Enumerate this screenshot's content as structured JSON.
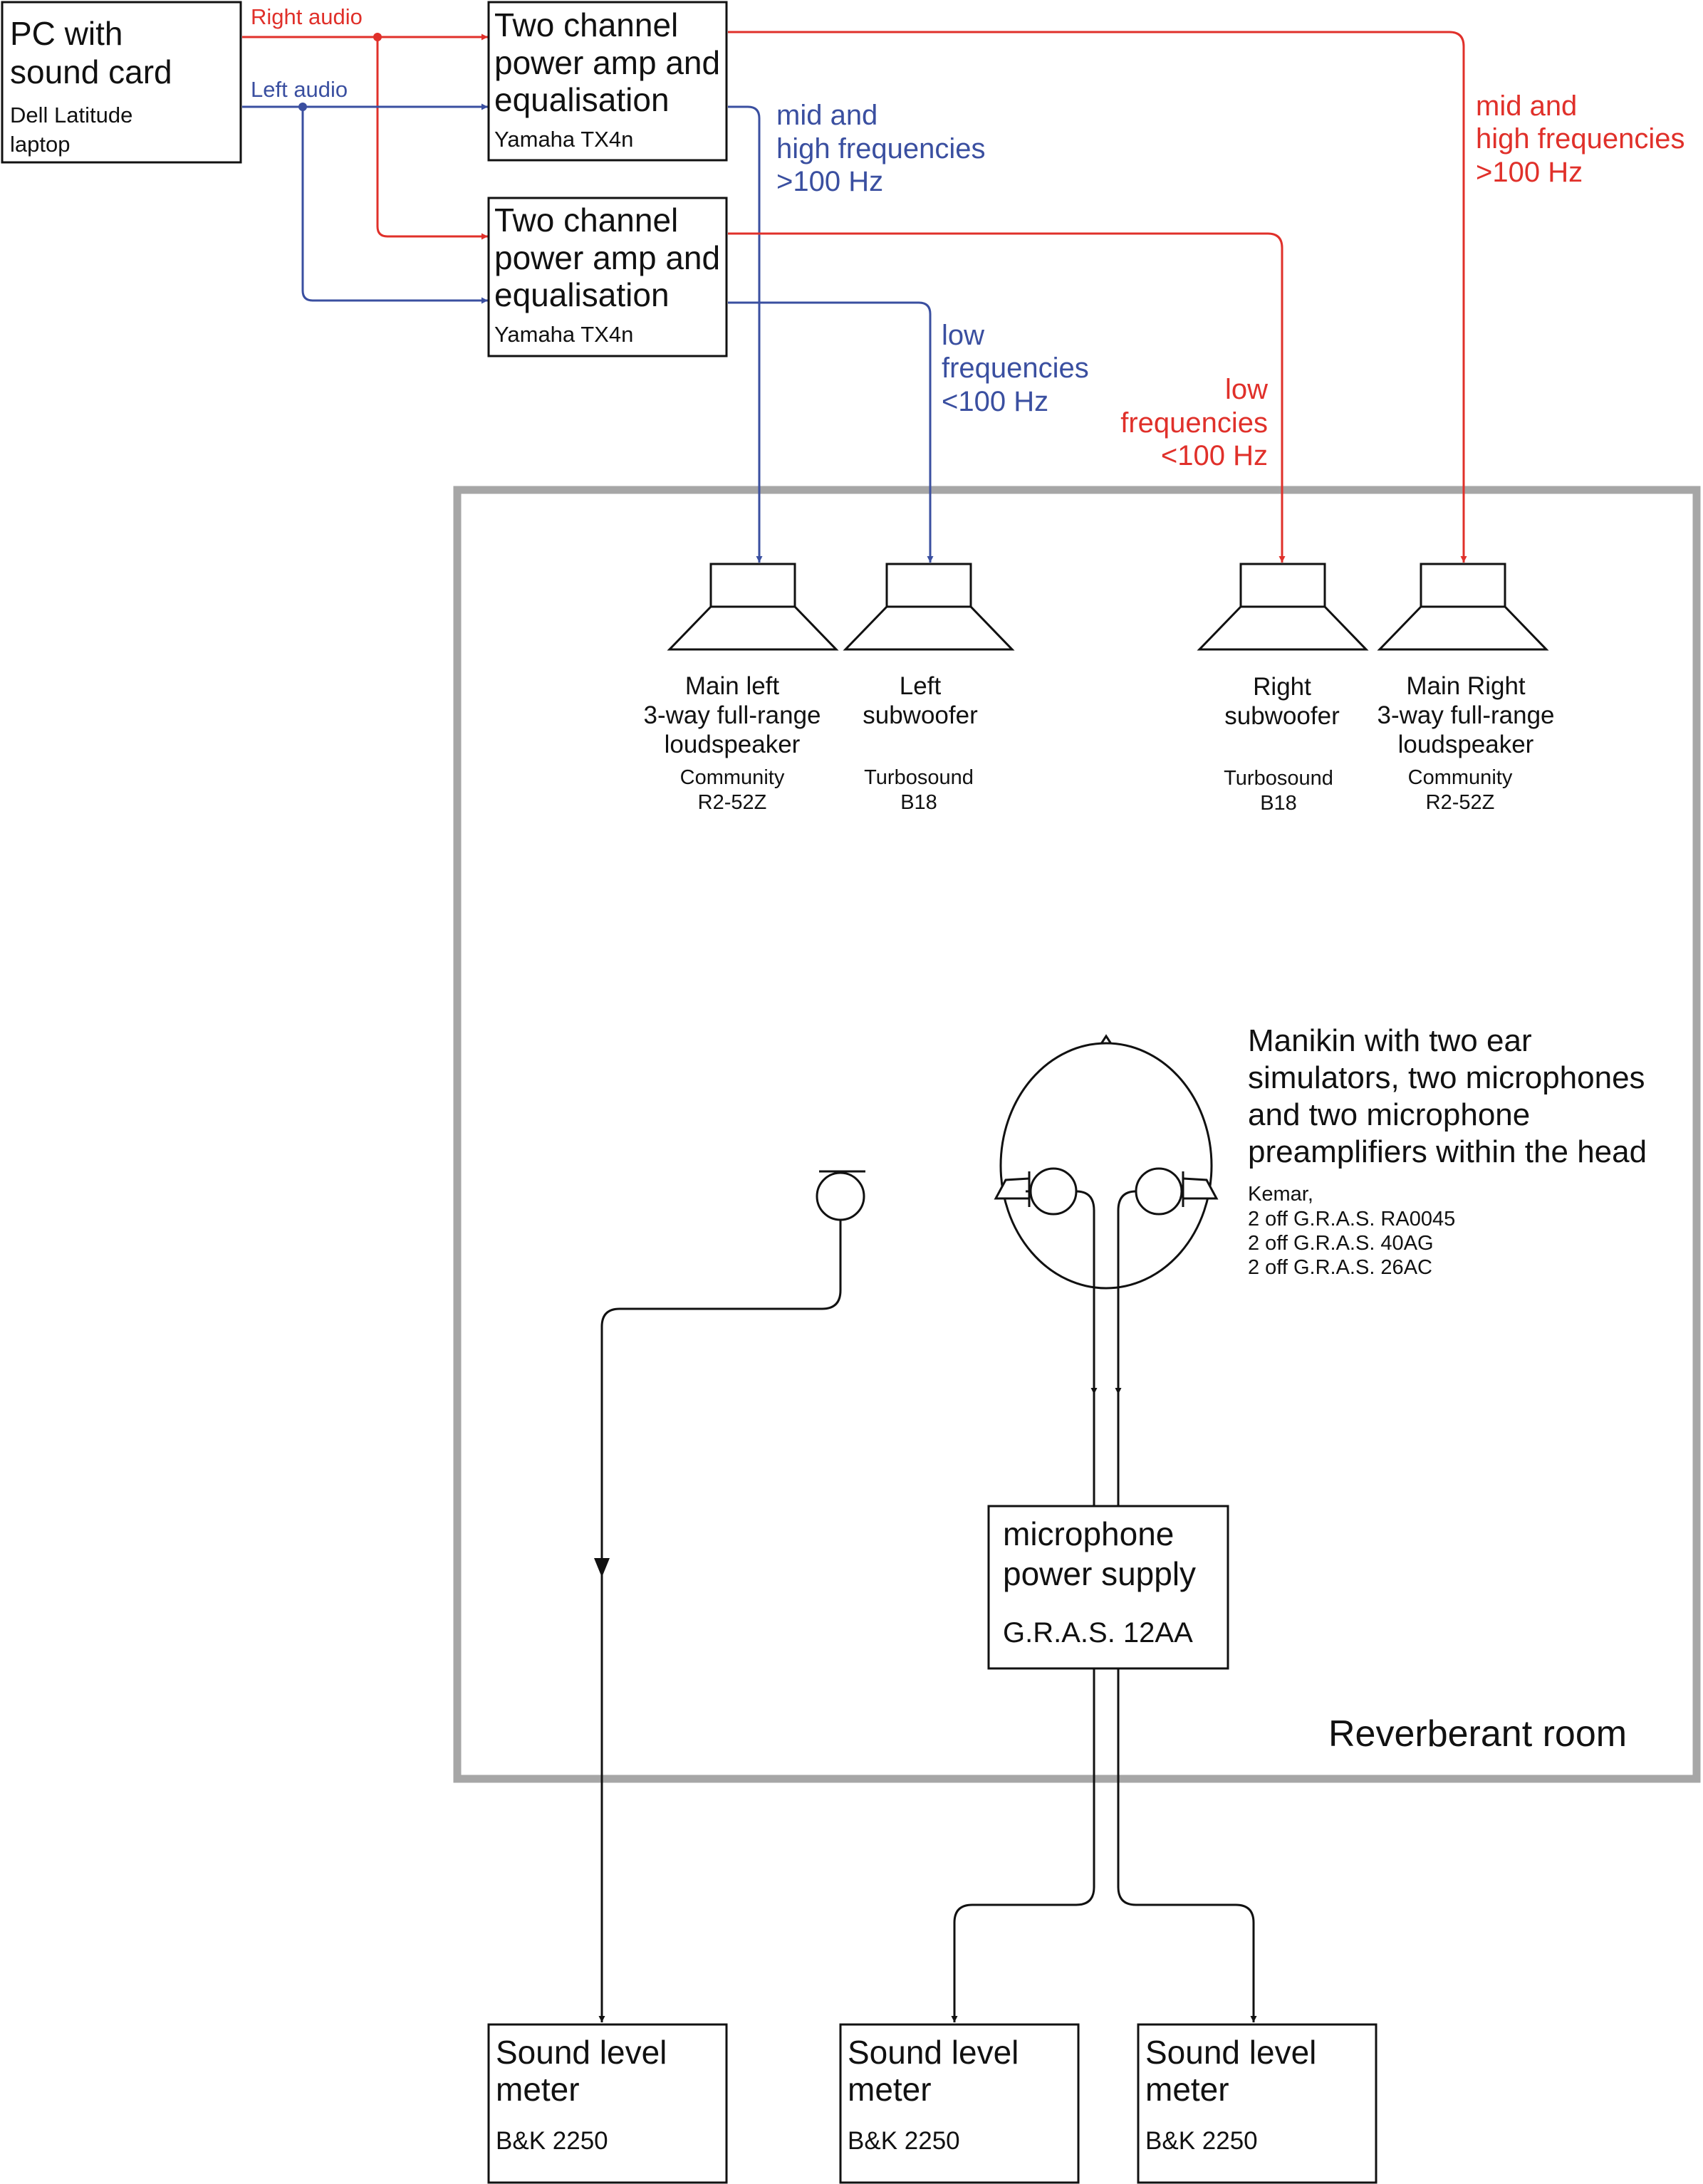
{
  "colors": {
    "right_signal": "#e0302a",
    "left_signal": "#3a4fa0",
    "room_border": "#a6a6a6",
    "line": "#111111"
  },
  "pc": {
    "title_l1": "PC with",
    "title_l2": "sound card",
    "model_l1": "Dell Latitude",
    "model_l2": "laptop"
  },
  "signals": {
    "right": "Right audio",
    "left": "Left audio"
  },
  "amp1": {
    "l1": "Two channel",
    "l2": "power amp and",
    "l3": "equalisation",
    "model": "Yamaha TX4n"
  },
  "amp2": {
    "l1": "Two channel",
    "l2": "power amp and",
    "l3": "equalisation",
    "model": "Yamaha TX4n"
  },
  "blue_mid": {
    "l1": "mid and",
    "l2": "high frequencies",
    "l3": ">100 Hz"
  },
  "blue_low": {
    "l1": "low",
    "l2": "frequencies",
    "l3": "<100 Hz"
  },
  "red_mid": {
    "l1": "mid and",
    "l2": "high frequencies",
    "l3": ">100 Hz"
  },
  "red_low": {
    "l1": "low",
    "l2": "frequencies",
    "l3": "<100 Hz"
  },
  "speakers": [
    {
      "name": [
        "Main left",
        "3-way full-range",
        "loudspeaker"
      ],
      "make": [
        "Community",
        "R2-52Z"
      ],
      "icon": "loudspeaker-icon"
    },
    {
      "name": [
        "Left",
        "subwoofer"
      ],
      "make": [
        "Turbosound",
        "B18"
      ],
      "icon": "loudspeaker-icon"
    },
    {
      "name": [
        "Right",
        "subwoofer"
      ],
      "make": [
        "Turbosound",
        "B18"
      ],
      "icon": "loudspeaker-icon"
    },
    {
      "name": [
        "Main Right",
        "3-way full-range",
        "loudspeaker"
      ],
      "make": [
        "Community",
        "R2-52Z"
      ],
      "icon": "loudspeaker-icon"
    }
  ],
  "manikin": {
    "l1": "Manikin with two ear",
    "l2": "simulators, two microphones",
    "l3": "and two microphone",
    "l4": "preamplifiers within the head",
    "d1": "Kemar,",
    "d2": "2 off G.R.A.S. RA0045",
    "d3": "2 off G.R.A.S. 40AG",
    "d4": "2 off G.R.A.S. 26AC"
  },
  "mic_supply": {
    "l1": "microphone",
    "l2": "power supply",
    "model": "G.R.A.S. 12AA"
  },
  "room": {
    "label": "Reverberant room"
  },
  "meters": [
    {
      "l1": "Sound level",
      "l2": "meter",
      "model": "B&K 2250"
    },
    {
      "l1": "Sound level",
      "l2": "meter",
      "model": "B&K 2250"
    },
    {
      "l1": "Sound level",
      "l2": "meter",
      "model": "B&K 2250"
    }
  ]
}
